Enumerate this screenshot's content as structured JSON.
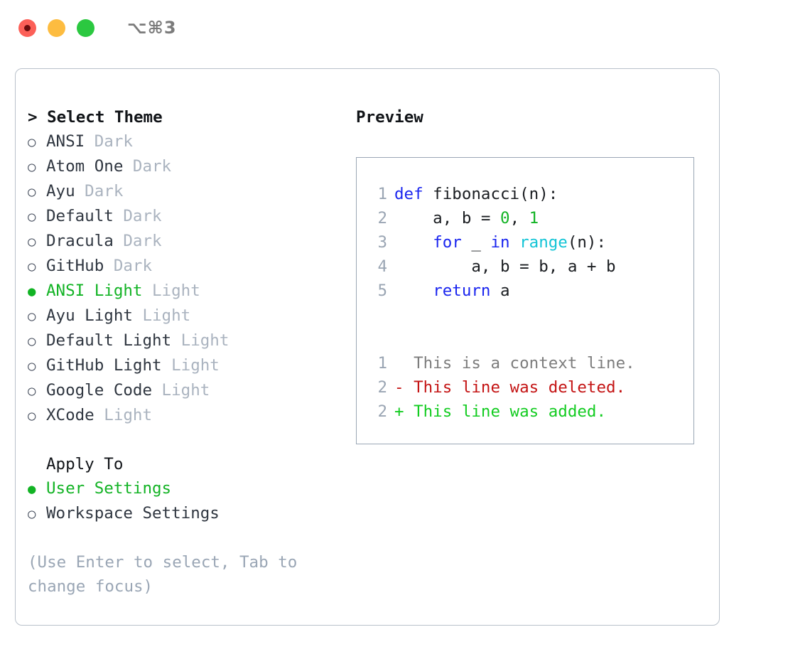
{
  "titlebar": {
    "shortcut": "⌥⌘3",
    "buttons": [
      {
        "name": "close",
        "color": "#fc6058"
      },
      {
        "name": "minimize",
        "color": "#fdbc40"
      },
      {
        "name": "maximize",
        "color": "#2bc840"
      }
    ]
  },
  "theme_panel": {
    "header": "> Select Theme",
    "items": [
      {
        "bullet": "○",
        "label": "ANSI",
        "badge": "Dark",
        "selected": false
      },
      {
        "bullet": "○",
        "label": "Atom One",
        "badge": "Dark",
        "selected": false
      },
      {
        "bullet": "○",
        "label": "Ayu",
        "badge": "Dark",
        "selected": false
      },
      {
        "bullet": "○",
        "label": "Default",
        "badge": "Dark",
        "selected": false
      },
      {
        "bullet": "○",
        "label": "Dracula",
        "badge": "Dark",
        "selected": false
      },
      {
        "bullet": "○",
        "label": "GitHub",
        "badge": "Dark",
        "selected": false
      },
      {
        "bullet": "●",
        "label": "ANSI Light",
        "badge": "Light",
        "selected": true
      },
      {
        "bullet": "○",
        "label": "Ayu Light",
        "badge": "Light",
        "selected": false
      },
      {
        "bullet": "○",
        "label": "Default Light",
        "badge": "Light",
        "selected": false
      },
      {
        "bullet": "○",
        "label": "GitHub Light",
        "badge": "Light",
        "selected": false
      },
      {
        "bullet": "○",
        "label": "Google Code",
        "badge": "Light",
        "selected": false
      },
      {
        "bullet": "○",
        "label": "XCode",
        "badge": "Light",
        "selected": false
      }
    ]
  },
  "apply_to": {
    "header": "Apply To",
    "items": [
      {
        "bullet": "●",
        "label": "User Settings",
        "selected": true
      },
      {
        "bullet": "○",
        "label": "Workspace Settings",
        "selected": false
      }
    ]
  },
  "hint": "(Use Enter to select, Tab to change focus)",
  "preview": {
    "header": "Preview",
    "code_lines": [
      {
        "no": "1",
        "tokens": [
          {
            "t": "def",
            "c": "kw"
          },
          {
            "t": " fibonacci(n):",
            "c": "plain"
          }
        ]
      },
      {
        "no": "2",
        "tokens": [
          {
            "t": "    a, b = ",
            "c": "plain"
          },
          {
            "t": "0",
            "c": "num"
          },
          {
            "t": ", ",
            "c": "plain"
          },
          {
            "t": "1",
            "c": "num"
          }
        ]
      },
      {
        "no": "3",
        "tokens": [
          {
            "t": "    ",
            "c": "plain"
          },
          {
            "t": "for",
            "c": "kw"
          },
          {
            "t": " _ ",
            "c": "plain"
          },
          {
            "t": "in",
            "c": "kw"
          },
          {
            "t": " ",
            "c": "plain"
          },
          {
            "t": "range",
            "c": "fn"
          },
          {
            "t": "(n):",
            "c": "plain"
          }
        ]
      },
      {
        "no": "4",
        "tokens": [
          {
            "t": "        a, b = b, a + b",
            "c": "plain"
          }
        ]
      },
      {
        "no": "5",
        "tokens": [
          {
            "t": "    ",
            "c": "plain"
          },
          {
            "t": "return",
            "c": "kw"
          },
          {
            "t": " a",
            "c": "plain"
          }
        ]
      }
    ],
    "diff_lines": [
      {
        "no": "1",
        "prefix": "  ",
        "text": "This is a context line.",
        "kind": "ctx"
      },
      {
        "no": "2",
        "prefix": "- ",
        "text": "This line was deleted.",
        "kind": "del"
      },
      {
        "no": "2",
        "prefix": "+ ",
        "text": "This line was added.",
        "kind": "add"
      }
    ]
  },
  "colors": {
    "selected_green": "#12b324",
    "keyword_blue": "#1a25ef",
    "function_cyan": "#13c4d6",
    "number_green": "#12b324",
    "diff_delete_red": "#c41414",
    "diff_add_green": "#13cc21",
    "muted_gray": "#aab3bf",
    "border_gray": "#9aa6b5"
  }
}
